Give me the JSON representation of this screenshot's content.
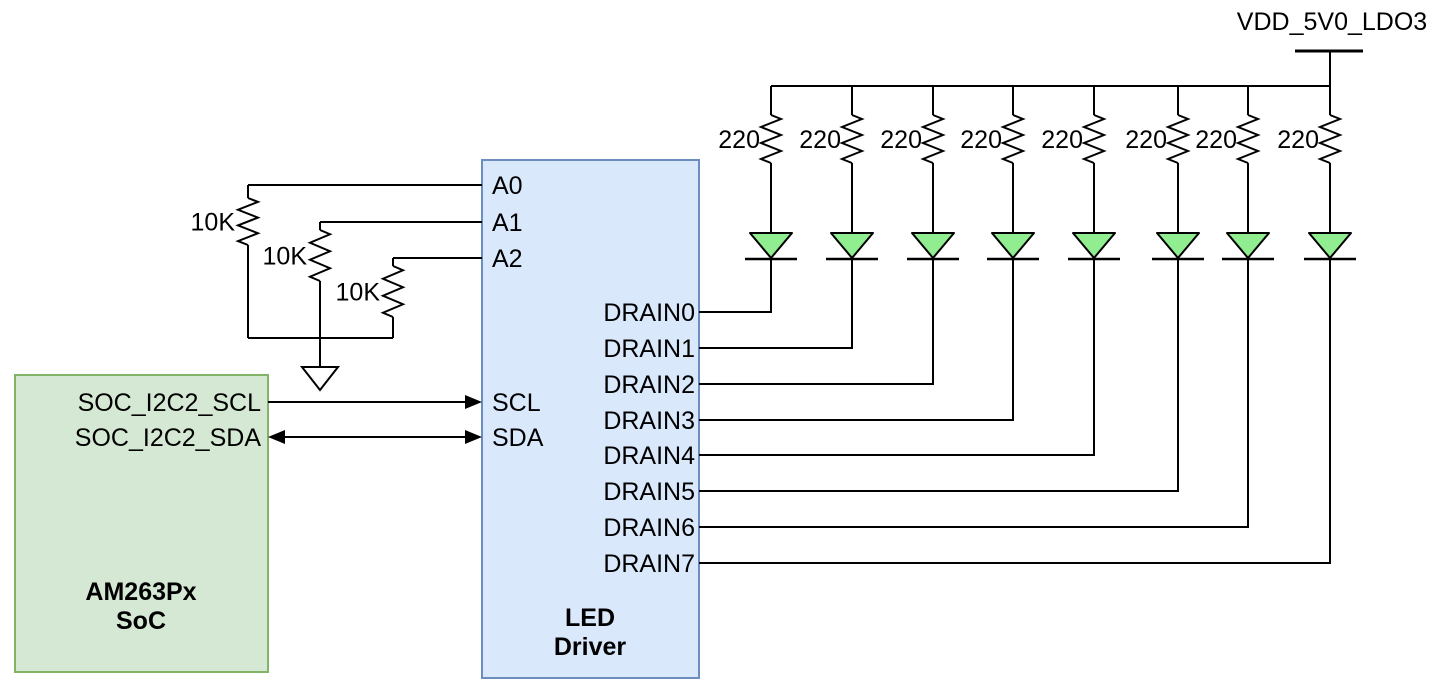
{
  "power": {
    "label": "VDD_5V0_LDO3"
  },
  "soc": {
    "title_lines": [
      "AM263Px",
      "SoC"
    ],
    "pins": [
      {
        "label": "SOC_I2C2_SCL",
        "direction": "output"
      },
      {
        "label": "SOC_I2C2_SDA",
        "direction": "bidirectional"
      }
    ],
    "fill": "#d5e8d4",
    "stroke": "#82b366"
  },
  "driver": {
    "title_lines": [
      "LED",
      "Driver"
    ],
    "address_pins": [
      "A0",
      "A1",
      "A2"
    ],
    "i2c_pins": [
      "SCL",
      "SDA"
    ],
    "drain_pins": [
      "DRAIN0",
      "DRAIN1",
      "DRAIN2",
      "DRAIN3",
      "DRAIN4",
      "DRAIN5",
      "DRAIN6",
      "DRAIN7"
    ],
    "fill": "#dae8fc",
    "stroke": "#6c8ebf"
  },
  "pullup_resistors": [
    {
      "value": "10K"
    },
    {
      "value": "10K"
    },
    {
      "value": "10K"
    }
  ],
  "series_resistors": [
    {
      "value": "220"
    },
    {
      "value": "220"
    },
    {
      "value": "220"
    },
    {
      "value": "220"
    },
    {
      "value": "220"
    },
    {
      "value": "220"
    },
    {
      "value": "220"
    },
    {
      "value": "220"
    }
  ],
  "leds": {
    "count": 8,
    "fill": "#90ee90"
  },
  "colors": {
    "wire": "#000000",
    "background": "#ffffff"
  }
}
